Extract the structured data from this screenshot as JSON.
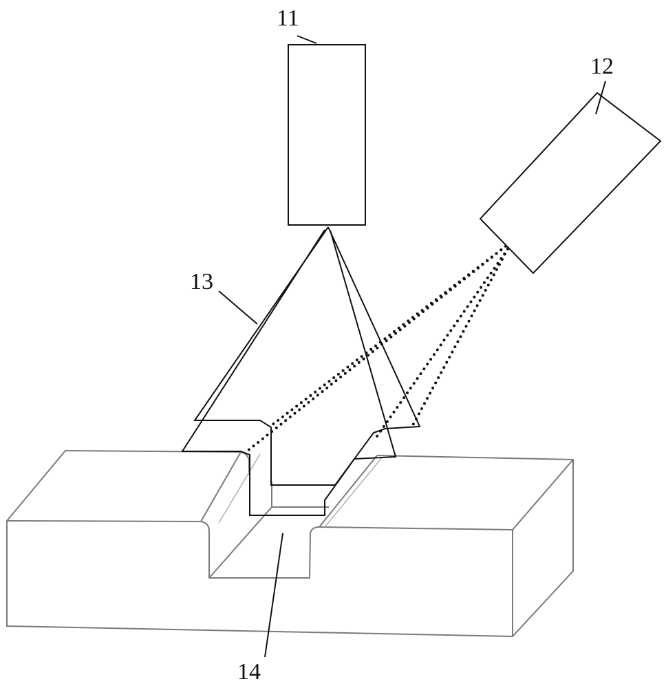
{
  "figure": {
    "labels": {
      "projector": "11",
      "camera": "12",
      "light_plane": "13",
      "groove": "14"
    }
  }
}
